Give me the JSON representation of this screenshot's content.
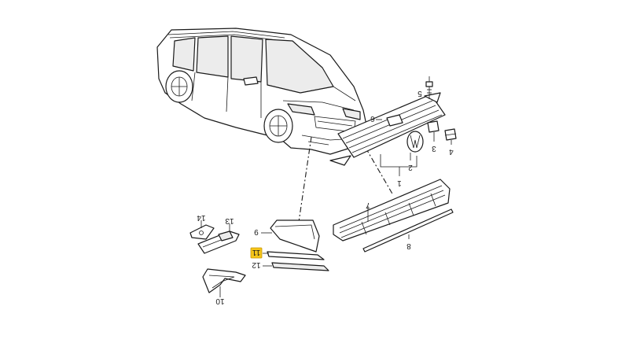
{
  "diagram": {
    "callouts": {
      "c1": "1",
      "c2": "2",
      "c3": "3",
      "c4": "4",
      "c5": "5",
      "c6": "6",
      "c7": "7",
      "c8": "8",
      "c9": "9",
      "c10": "10",
      "c11": "11",
      "c12": "12",
      "c13": "13",
      "c14": "14"
    },
    "highlighted_callout": "11",
    "highlight_color": "#f5c518",
    "line_color": "#1a1a1a",
    "text_orientation": "upside-down"
  }
}
